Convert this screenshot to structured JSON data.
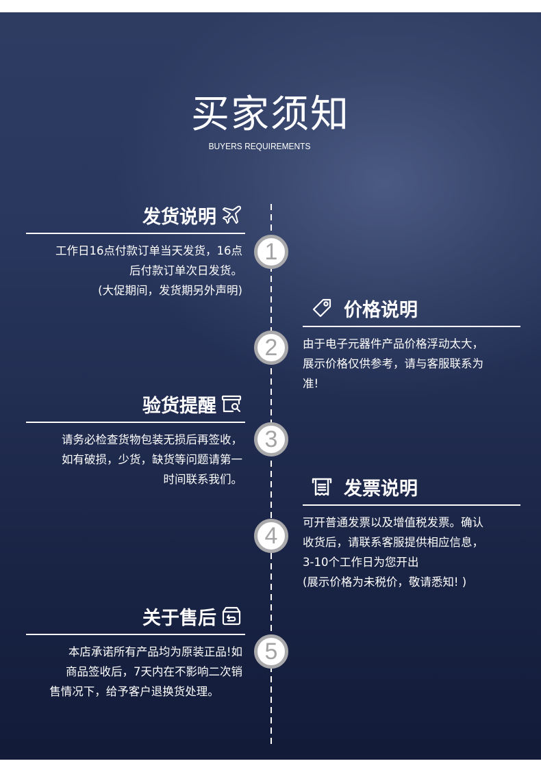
{
  "header": {
    "title": "买家须知",
    "subtitle": "BUYERS REQUIREMENTS"
  },
  "colors": {
    "panel_top": "#2e3c62",
    "panel_highlight": "#4a5880",
    "panel_bottom": "#121b38",
    "text": "#ffffff",
    "circle_border": "#a9a9ab",
    "circle_number": "#a3a3a6"
  },
  "steps": [
    {
      "number": "1",
      "side": "left",
      "title": "发货说明",
      "icon": "airplane-icon",
      "lines": [
        "工作日16点付款订单当天发货，16点",
        "后付款订单次日发货。",
        "(大促期间，发货期另外声明)"
      ]
    },
    {
      "number": "2",
      "side": "right",
      "title": "价格说明",
      "icon": "price-tag-icon",
      "lines": [
        "由于电子元器件产品价格浮动太大，",
        "展示价格仅供参考，请与客服联系为",
        "准!"
      ]
    },
    {
      "number": "3",
      "side": "left",
      "title": "验货提醒",
      "icon": "box-search-icon",
      "lines": [
        "请务必检查货物包装无损后再签收，",
        "如有破损，少货，缺货等问题请第一",
        "时间联系我们。"
      ]
    },
    {
      "number": "4",
      "side": "right",
      "title": "发票说明",
      "icon": "receipt-icon",
      "lines": [
        "可开普通发票以及增值税发票。确认",
        "收货后，请联系客服提供相应信息，",
        "3-10个工作日为您开出",
        "(展示价格为未税价，敬请悉知! )"
      ]
    },
    {
      "number": "5",
      "side": "left",
      "title": "关于售后",
      "icon": "return-box-icon",
      "lines": [
        "本店承诺所有产品均为原装正品!如",
        "商品签收后，7天内在不影响二次销",
        "售情况下，给予客户退换货处理。"
      ]
    }
  ]
}
